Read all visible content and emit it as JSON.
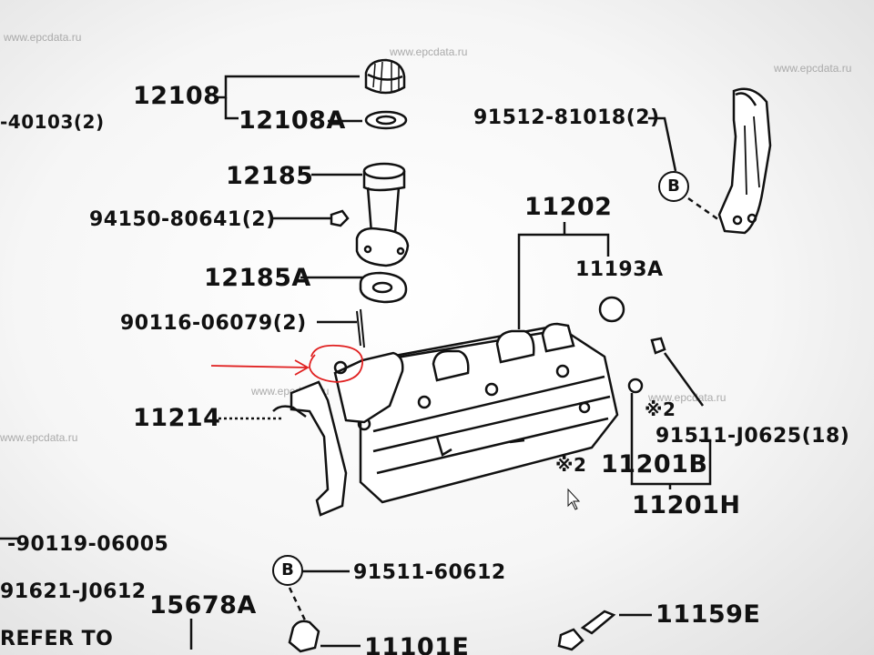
{
  "watermarks": [
    "www.epcdata.ru",
    "www.epcdata.ru",
    "www.epcdata.ru",
    "www.epcdata.ru",
    "www.epcdata.ru",
    "www.epcdata.ru"
  ],
  "parts": {
    "p12108": "12108",
    "p12108a": "12108A",
    "p40103": "-40103(2)",
    "p12185": "12185",
    "p94150": "94150-80641(2)",
    "p12185a": "12185A",
    "p90116": "90116-06079(2)",
    "p11214": "11214",
    "p91512": "91512-81018(2)",
    "p11202": "11202",
    "p11193a": "11193A",
    "p91511j": "91511-J0625(18)",
    "p11201b": "11201B",
    "p11201h": "11201H",
    "p90119": "-90119-06005",
    "p91511_60612": "91511-60612",
    "p91621": "91621-J0612",
    "p15678a": "15678A",
    "p11159e": "11159E",
    "p11101e": "11101E",
    "refer": "REFER TO"
  },
  "marks": {
    "x2_a": "※2",
    "x2_b": "※2",
    "b1": "B",
    "b2": "B"
  },
  "annotation": {
    "color": "#e02020"
  }
}
